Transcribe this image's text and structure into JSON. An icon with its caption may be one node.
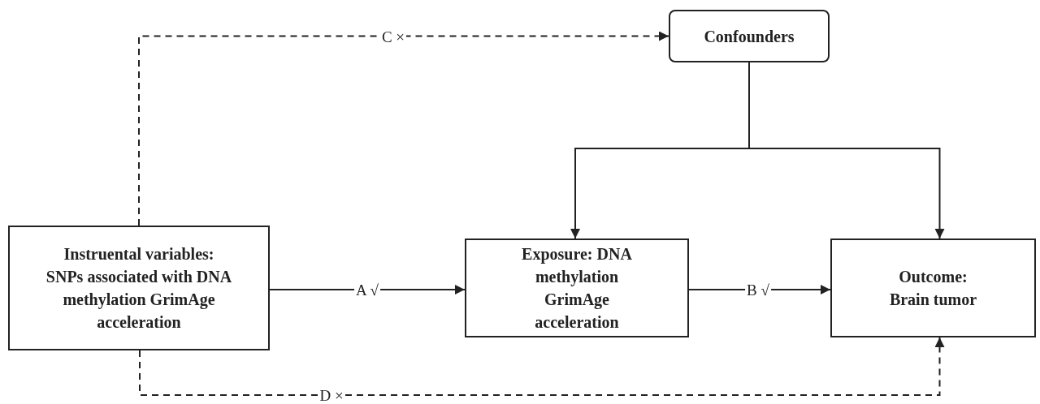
{
  "diagram": {
    "nodes": [
      {
        "text": [
          "Confounders"
        ]
      },
      {
        "text": [
          "Instruental variables: SNPs associated with DNA methylation GrimAge acceleration"
        ]
      },
      {
        "text": [
          "Exposure: DNA methylation GrimAge acceleration"
        ]
      },
      {
        "text": [
          "Outcome: Brain tumor"
        ]
      }
    ],
    "edges": [
      {
        "from": 1,
        "to": 0,
        "arrow": "to",
        "label": "C ×",
        "style": "dashed"
      },
      {
        "from": 0,
        "to": 2,
        "arrow": "to"
      },
      {
        "from": 0,
        "to": 3,
        "arrow": "to"
      },
      {
        "from": 1,
        "to": 2,
        "arrow": "to",
        "label": "A √"
      },
      {
        "from": 2,
        "to": 3,
        "arrow": "to",
        "label": "B √"
      },
      {
        "from": 1,
        "to": 3,
        "arrow": "to",
        "label": "D ×",
        "style": "dashed"
      }
    ]
  }
}
